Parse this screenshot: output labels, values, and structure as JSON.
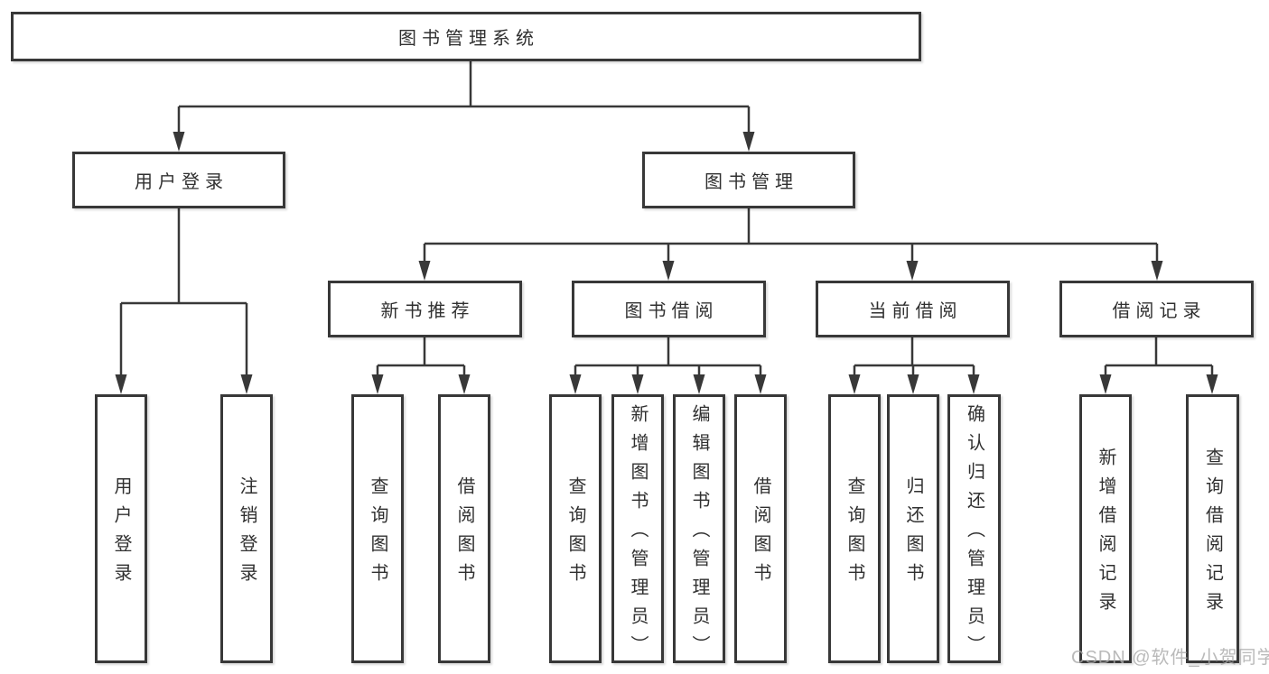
{
  "diagram_type": "functional-structure-tree",
  "tree": {
    "label": "图书管理系统",
    "children": [
      {
        "label": "用户登录",
        "children": [
          {
            "label": "用户登录"
          },
          {
            "label": "注销登录"
          }
        ]
      },
      {
        "label": "图书管理",
        "children": [
          {
            "label": "新书推荐",
            "children": [
              {
                "label": "查询图书"
              },
              {
                "label": "借阅图书"
              }
            ]
          },
          {
            "label": "图书借阅",
            "children": [
              {
                "label": "查询图书"
              },
              {
                "label": "新增图书（管理员）"
              },
              {
                "label": "编辑图书（管理员）"
              },
              {
                "label": "借阅图书"
              }
            ]
          },
          {
            "label": "当前借阅",
            "children": [
              {
                "label": "查询图书"
              },
              {
                "label": "归还图书"
              },
              {
                "label": "确认归还（管理员）"
              }
            ]
          },
          {
            "label": "借阅记录",
            "children": [
              {
                "label": "新增借阅记录"
              },
              {
                "label": "查询借阅记录"
              }
            ]
          }
        ]
      }
    ]
  },
  "watermark": {
    "text": "CSDN @软件_小贺同学"
  },
  "colors": {
    "line": "#383838",
    "box_border": "#383838",
    "box_background": "#ffffff",
    "text": "#303030",
    "watermark": "#a9a9a9",
    "background": "#ffffff"
  }
}
